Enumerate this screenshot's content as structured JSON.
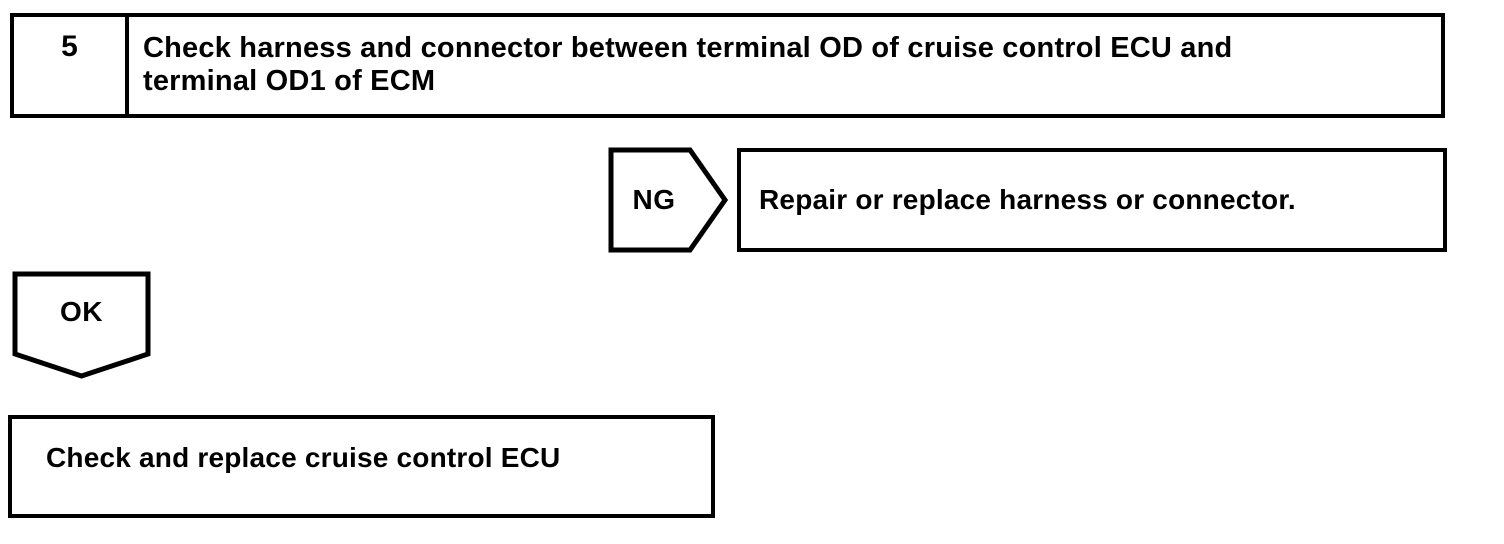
{
  "colors": {
    "line": "#000000",
    "text": "#000000",
    "fill": "#ffffff"
  },
  "step": {
    "number": "5",
    "instruction_lines": [
      "Check harness and connector between terminal OD of cruise control ECU and",
      "terminal OD1 of ECM"
    ]
  },
  "ng_branch": {
    "label": "NG",
    "action": "Repair or replace harness or connector."
  },
  "ok_branch": {
    "label": "OK",
    "action": "Check and replace cruise control ECU"
  }
}
